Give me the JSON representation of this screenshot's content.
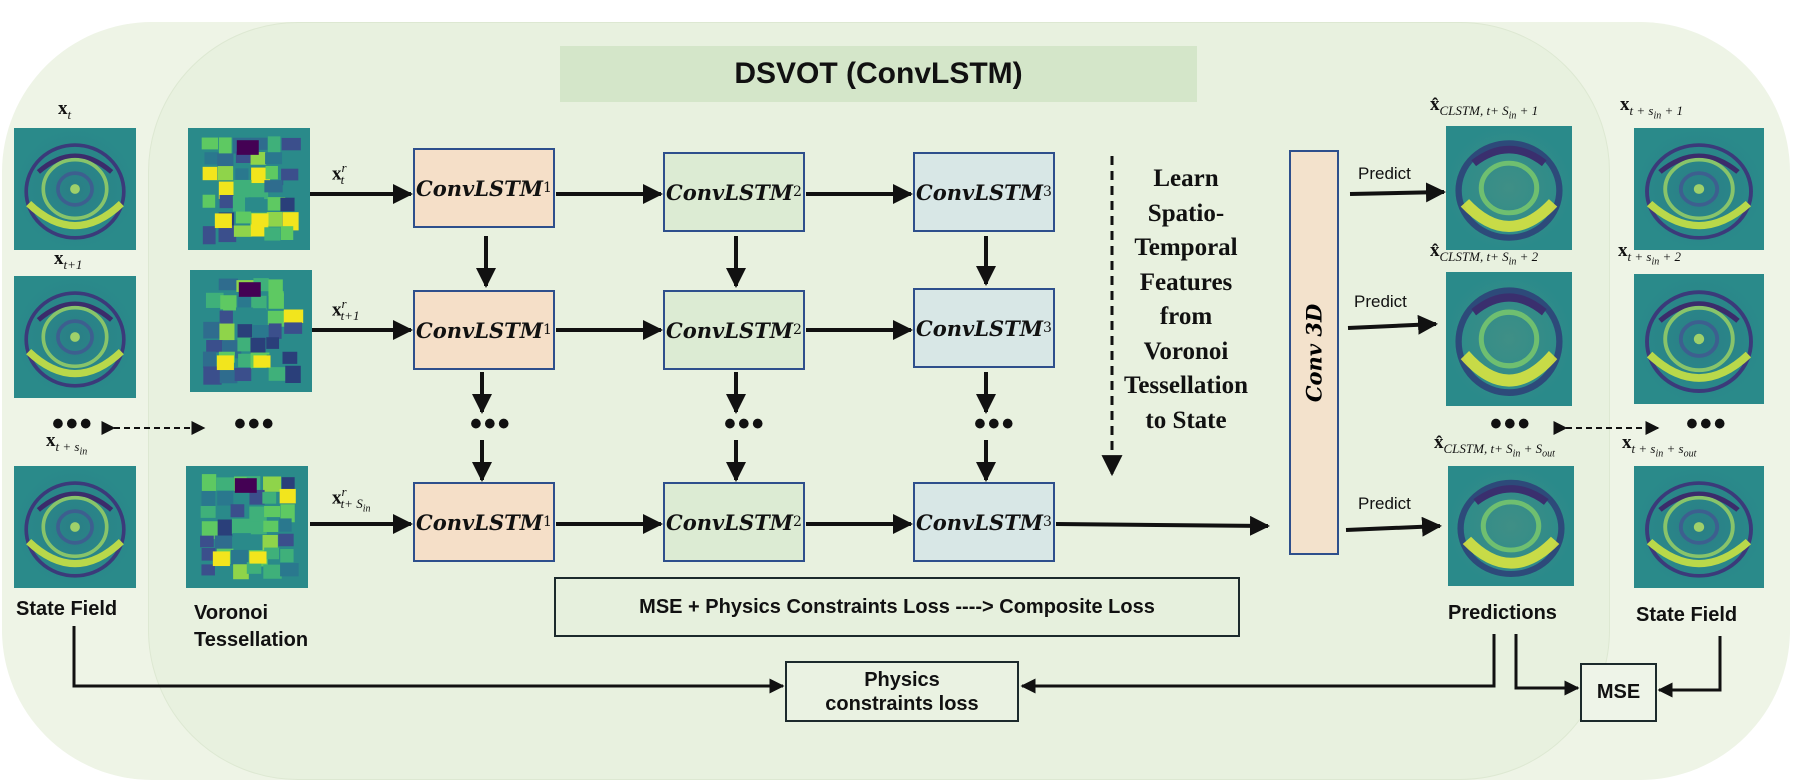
{
  "title": "DSVOT (ConvLSTM)",
  "colors": {
    "outer_bg": "#eef4e6",
    "inner_bg": "#e8f1df",
    "lstm1": "#f5dfc8",
    "lstm2": "#dcebd3",
    "lstm3": "#d8e7e6",
    "box_border": "#2e4f8c",
    "field_teal": "#2a8a8a"
  },
  "left_column": {
    "labels": {
      "x_t": {
        "base": "x",
        "sub": "t"
      },
      "x_t1": {
        "base": "x",
        "sub": "t+1"
      },
      "x_tsin": {
        "base": "x",
        "sub": "t + s",
        "subsub": "in"
      }
    },
    "dots": "•••",
    "caption": "State Field"
  },
  "voronoi": {
    "labels": {
      "r1": {
        "base": "x",
        "sup": "r",
        "sub": "t"
      },
      "r2": {
        "base": "x",
        "sup": "r",
        "sub": "t+1"
      },
      "r3": {
        "base": "x",
        "sup": "r",
        "sub": "t+ S",
        "subsub": "in"
      }
    },
    "dots": "•••",
    "caption_line1": "Voronoi",
    "caption_line2": "Tessellation"
  },
  "convlstm": {
    "base": "ConvLSTM",
    "layers": [
      "1",
      "2",
      "3"
    ]
  },
  "vertical_dots": "⋮",
  "learn_text": [
    "Learn",
    "Spatio-",
    "Temporal",
    "Features",
    "from",
    "Voronoi",
    "Tessellation",
    "to State"
  ],
  "conv3d": "Conv 3D",
  "predict_label": "Predict",
  "predictions": {
    "labels": {
      "p1": {
        "base": "x̂",
        "sub": "CLSTM, t+ S",
        "subsub": "in",
        "tail": "+ 1"
      },
      "p2": {
        "base": "x̂",
        "sub": "CLSTM, t+ S",
        "subsub": "in",
        "tail": "+ 2"
      },
      "p3": {
        "base": "x̂",
        "sub": "CLSTM, t+ S",
        "subsub": "in",
        "tail": "+ S",
        "tailsub": "out"
      }
    },
    "dots": "•••",
    "caption": "Predictions"
  },
  "right_column": {
    "labels": {
      "r1": {
        "base": "x",
        "sub": "t + s",
        "subsub": "in",
        "tail": "+ 1"
      },
      "r2": {
        "base": "x",
        "sub": "t + s",
        "subsub": "in",
        "tail": "+ 2"
      },
      "r3": {
        "base": "x",
        "sub": "t + s",
        "subsub": "in",
        "tail": "+ s",
        "tailsub": "out"
      }
    },
    "dots": "•••",
    "caption": "State Field"
  },
  "composite_loss": "MSE + Physics Constraints Loss ----> Composite Loss",
  "physics_loss_line1": "Physics",
  "physics_loss_line2": "constraints loss",
  "mse": "MSE"
}
